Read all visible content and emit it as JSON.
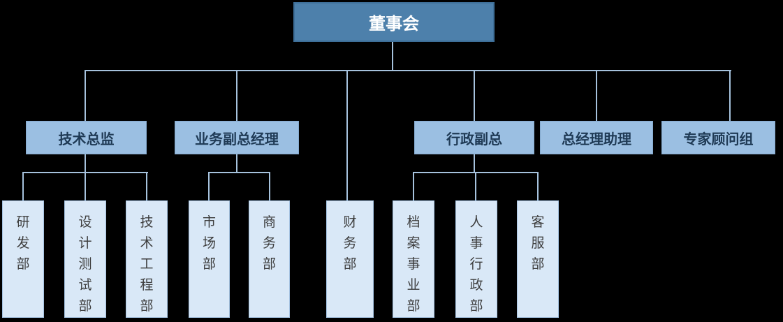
{
  "diagram_title": "organization-chart",
  "org": {
    "root": {
      "label": "董事会"
    },
    "managers": [
      {
        "label": "技术总监",
        "departments": [
          "研发部",
          "设计测试部",
          "技术工程部"
        ]
      },
      {
        "label": "业务副总经理",
        "departments": [
          "市场部",
          "商务部"
        ]
      },
      {
        "label": "行政副总",
        "departments": [
          "档案事业部",
          "人事行政部",
          "客服部"
        ]
      },
      {
        "label": "总经理助理",
        "departments": []
      },
      {
        "label": "专家顾问组",
        "departments": []
      }
    ],
    "board_departments": [
      "财务部"
    ]
  },
  "colors": {
    "canvas_bg": "#000000",
    "root_fill": "#4d80ab",
    "root_border": "#3e6f99",
    "root_text": "#ffffff",
    "manager_fill": "#9bbfe2",
    "manager_border": "#85aacf",
    "manager_text": "#1f3a55",
    "dept_fill": "#d9e8f7",
    "dept_border": "#a4c2e1",
    "dept_text": "#3d3d3d",
    "line": "#a6c2dd"
  }
}
